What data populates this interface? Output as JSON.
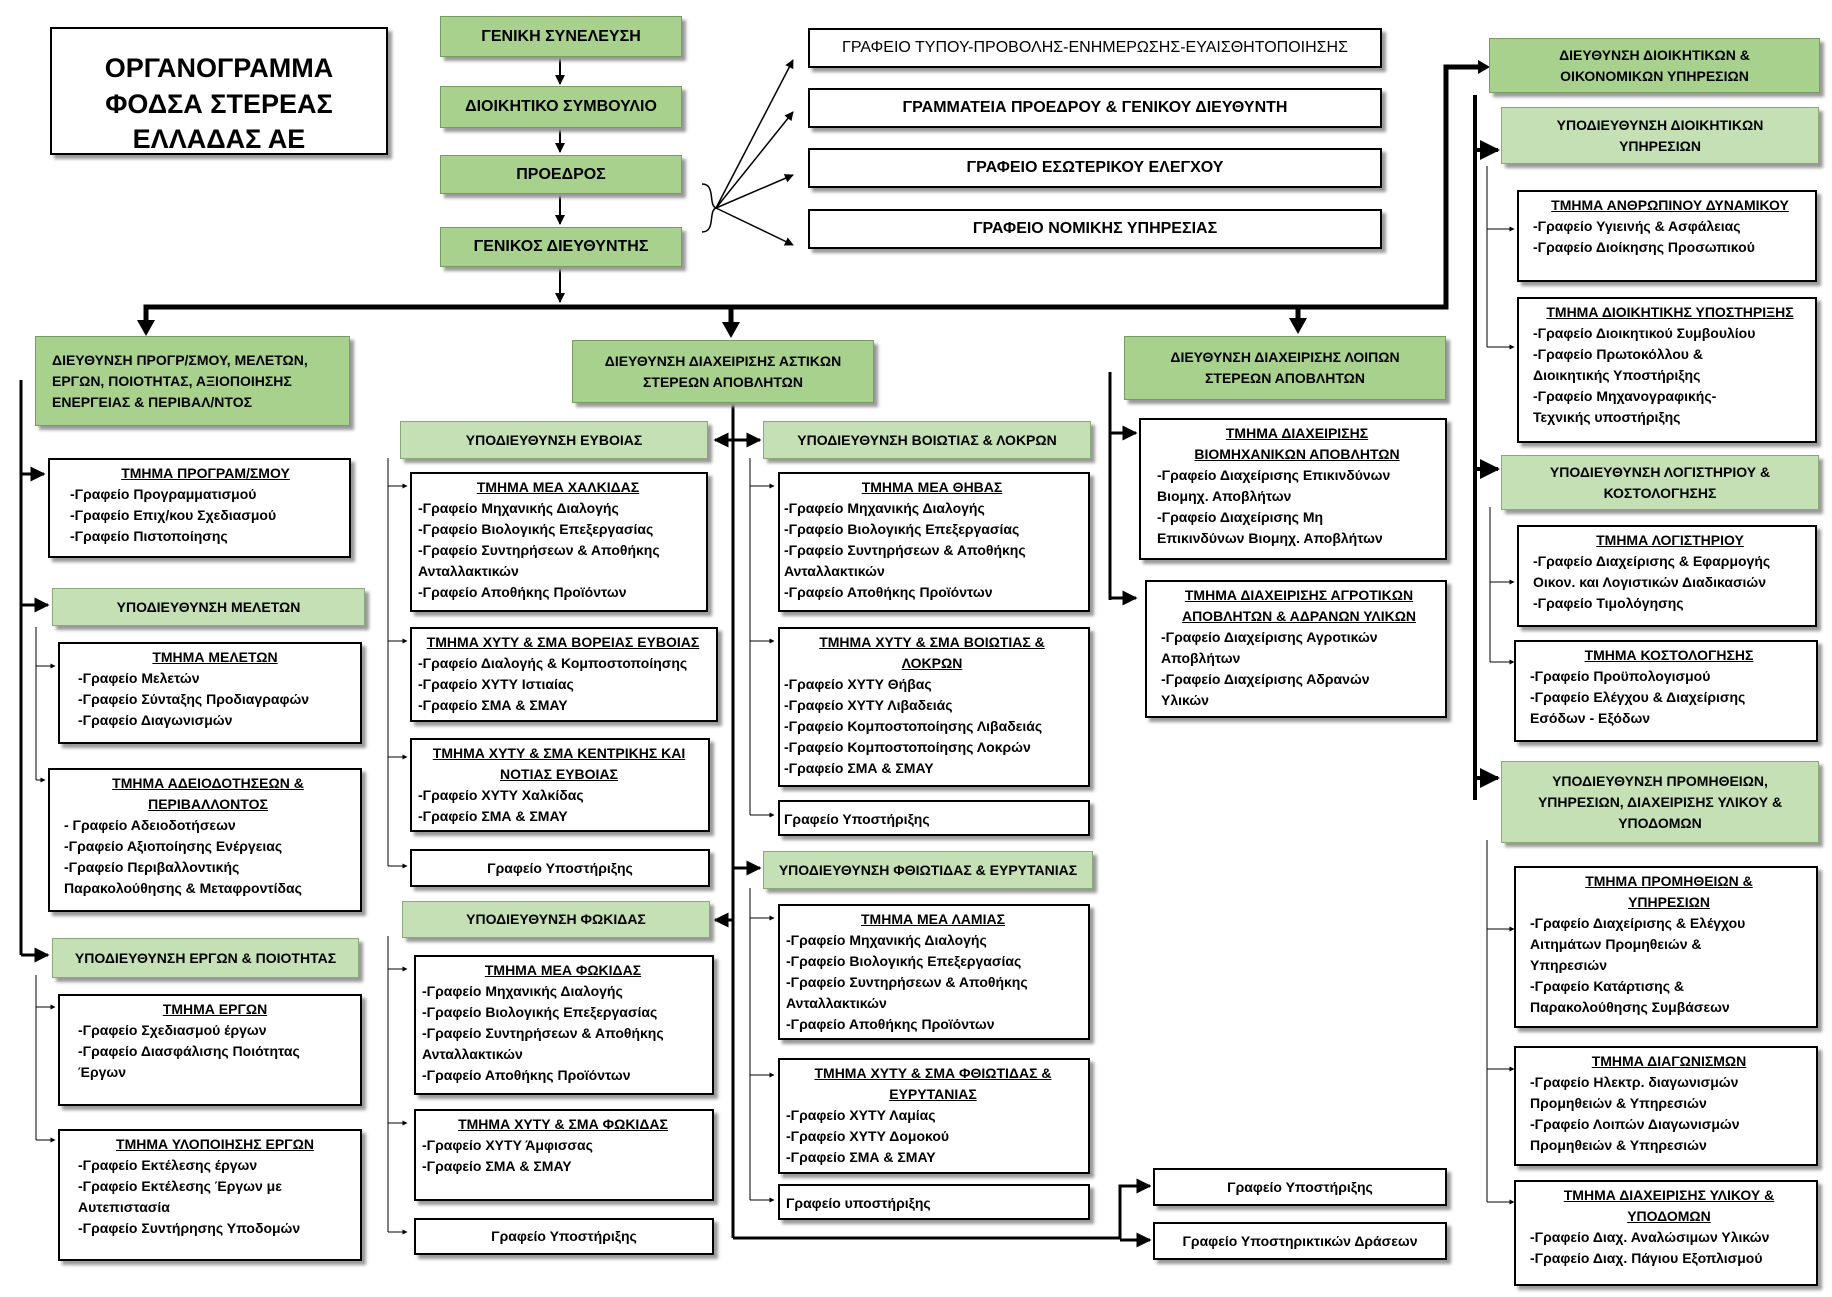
{
  "title_lines": [
    "ΟΡΓΑΝΟΓΡΑΜΜΑ",
    "ΦΟΔΣΑ ΣΤΕΡΕΑΣ",
    "ΕΛΛΑΔΑΣ ΑΕ"
  ],
  "top_chain": [
    "ΓΕΝΙΚΗ ΣΥΝΕΛΕΥΣΗ",
    "ΔΙΟΙΚΗΤΙΚΟ ΣΥΜΒΟΥΛΙΟ",
    "ΠΡΟΕΔΡΟΣ",
    "ΓΕΝΙΚΟΣ ΔΙΕΥΘΥΝΤΗΣ"
  ],
  "staff_offices": [
    "ΓΡΑΦΕΙΟ ΤΥΠΟΥ-ΠΡΟΒΟΛΗΣ-ΕΝΗΜΕΡΩΣΗΣ-ΕΥΑΙΣΘΗΤΟΠΟΙΗΣΗΣ",
    "ΓΡΑΜΜΑΤΕΙΑ ΠΡΟΕΔΡΟΥ & ΓΕΝΙΚΟΥ ΔΙΕΥΘΥΝΤΗ",
    "ΓΡΑΦΕΙΟ ΕΣΩΤΕΡΙΚΟΥ ΕΛΕΓΧΟΥ",
    "ΓΡΑΦΕΙΟ ΝΟΜΙΚΗΣ ΥΠΗΡΕΣΙΑΣ"
  ],
  "dir_planning": {
    "title_lines": [
      "ΔΙΕΥΘΥΝΣΗ ΠΡΟΓΡ/ΣΜΟΥ, ΜΕΛΕΤΩΝ,",
      "ΕΡΓΩΝ, ΠΟΙΟΤΗΤΑΣ, ΑΞΙΟΠΟΙΗΣΗΣ",
      "ΕΝΕΡΓΕΙΑΣ & ΠΕΡΙΒΑΛ/ΝΤΟΣ"
    ],
    "dept_programming": {
      "title": "ΤΜΗΜΑ ΠΡΟΓΡΑΜ/ΣΜΟΥ",
      "items": [
        "-Γραφείο Προγραμματισμού",
        "-Γραφείο  Επιχ/κου Σχεδιασμού",
        "-Γραφείο Πιστοποίησης"
      ]
    },
    "sub_studies": "ΥΠΟΔΙΕΥΘΥΝΣΗ ΜΕΛΕΤΩΝ",
    "dept_studies": {
      "title": "ΤΜΗΜΑ ΜΕΛΕΤΩΝ",
      "items": [
        "-Γραφείο Μελετών",
        "-Γραφείο Σύνταξης Προδιαγραφών",
        "-Γραφείο Διαγωνισμών"
      ]
    },
    "dept_licensing": {
      "title_lines": [
        "ΤΜΗΜΑ ΑΔΕΙΟΔΟΤΗΣΕΩΝ &",
        "ΠΕΡΙΒΑΛΛΟΝΤΟΣ"
      ],
      "items": [
        "- Γραφείο Αδειοδοτήσεων",
        "-Γραφείο Αξιοποίησης Ενέργειας",
        "-Γραφείο Περιβαλλοντικής",
        "Παρακολούθησης & Μεταφροντίδας"
      ]
    },
    "sub_works": "ΥΠΟΔΙΕΥΘΥΝΣΗ ΕΡΓΩΝ & ΠΟΙΟΤΗΤΑΣ",
    "dept_works": {
      "title": "ΤΜΗΜΑ ΕΡΓΩΝ",
      "items": [
        "-Γραφείο Σχεδιασμού έργων",
        "-Γραφείο Διασφάλισης Ποιότητας",
        "Έργων"
      ]
    },
    "dept_works_impl": {
      "title": "ΤΜΗΜΑ ΥΛΟΠΟΙΗΣΗΣ ΕΡΓΩΝ",
      "items": [
        "-Γραφείο Εκτέλεσης έργων",
        "-Γραφείο Εκτέλεσης Έργων με",
        "Αυτεπιστασία",
        "-Γραφείο Συντήρησης Υποδομών"
      ]
    }
  },
  "dir_urban": {
    "title_lines": [
      "ΔΙΕΥΘΥΝΣΗ  ΔΙΑΧΕΙΡΙΣΗΣ ΑΣΤΙΚΩΝ",
      "ΣΤΕΡΕΩΝ ΑΠΟΒΛΗΤΩΝ"
    ],
    "sub_evia": "ΥΠΟΔΙΕΥΘΥΝΣΗ ΕΥΒΟΙΑΣ",
    "mea_chalkida": {
      "title": "ΤΜΗΜΑ ΜΕΑ ΧΑΛΚΙΔΑΣ",
      "items": [
        "-Γραφείο Μηχανικής Διαλογής",
        "-Γραφείο Βιολογικής Επεξεργασίας",
        "-Γραφείο Συντηρήσεων & Αποθήκης",
        "Ανταλλακτικών",
        "-Γραφείο Αποθήκης Προϊόντων"
      ]
    },
    "xytu_north_evia": {
      "title": "ΤΜΗΜΑ ΧΥΤΥ & ΣΜΑ ΒΟΡΕΙΑΣ ΕΥΒΟΙΑΣ",
      "items": [
        "-Γραφείο Διαλογής & Κομποστοποίησης",
        "-Γραφείο ΧΥΤΥ Ιστιαίας",
        "-Γραφείο ΣΜΑ & ΣΜΑΥ"
      ]
    },
    "xytu_central_evia": {
      "title_lines": [
        "ΤΜΗΜΑ ΧΥΤΥ & ΣΜΑ ΚΕΝΤΡΙΚΗΣ ΚΑΙ",
        "ΝΟΤΙΑΣ ΕΥΒΟΙΑΣ"
      ],
      "items": [
        "-Γραφείο ΧΥΤΥ Χαλκίδας",
        "-Γραφείο ΣΜΑ & ΣΜΑΥ"
      ]
    },
    "support_evia": "Γραφείο  Υποστήριξης",
    "sub_fokida": "ΥΠΟΔΙΕΥΘΥΝΣΗ ΦΩΚΙΔΑΣ",
    "mea_fokida": {
      "title": "ΤΜΗΜΑ ΜΕΑ ΦΩΚΙΔΑΣ",
      "items": [
        "-Γραφείο Μηχανικής Διαλογής",
        "-Γραφείο Βιολογικής Επεξεργασίας",
        "-Γραφείο Συντηρήσεων & Αποθήκης",
        "Ανταλλακτικών",
        "-Γραφείο Αποθήκης Προϊόντων"
      ]
    },
    "xytu_fokida": {
      "title": "ΤΜΗΜΑ ΧΥΤΥ & ΣΜΑ ΦΩΚΙΔΑΣ",
      "items": [
        "-Γραφείο ΧΥΤΥ Άμφισσας",
        "-Γραφείο ΣΜΑ & ΣΜΑΥ"
      ]
    },
    "support_fokida": "Γραφείο  Υποστήριξης",
    "sub_viotia": "ΥΠΟΔΙΕΥΘΥΝΣΗ ΒΟΙΩΤΙΑΣ & ΛΟΚΡΩΝ",
    "mea_thiva": {
      "title": "ΤΜΗΜΑ ΜΕΑ ΘΗΒΑΣ",
      "items": [
        "-Γραφείο Μηχανικής Διαλογής",
        "-Γραφείο Βιολογικής Επεξεργασίας",
        "-Γραφείο  Συντηρήσεων  &  Αποθήκης",
        "Ανταλλακτικών",
        "-Γραφείο Αποθήκης Προϊόντων"
      ]
    },
    "xytu_viotia": {
      "title_lines": [
        "ΤΜΗΜΑ ΧΥΤΥ & ΣΜΑ ΒΟΙΩΤΙΑΣ &",
        "ΛΟΚΡΩΝ"
      ],
      "items": [
        "-Γραφείο ΧΥΤΥ Θήβας",
        "-Γραφείο ΧΥΤΥ Λιβαδειάς",
        "-Γραφείο Κομποστοποίησης Λιβαδειάς",
        "-Γραφείο Κομποστοποίησης Λοκρών",
        "-Γραφείο ΣΜΑ & ΣΜΑΥ"
      ]
    },
    "support_viotia": "Γραφείο Υποστήριξης",
    "sub_fthiotida": "ΥΠΟΔΙΕΥΘΥΝΣΗ ΦΘΙΩΤΙΔΑΣ & ΕΥΡΥΤΑΝΙΑΣ",
    "mea_lamia": {
      "title": "ΤΜΗΜΑ ΜΕΑ ΛΑΜΙΑΣ",
      "items": [
        "-Γραφείο Μηχανικής Διαλογής",
        "-Γραφείο Βιολογικής Επεξεργασίας",
        "-Γραφείο Συντηρήσεων & Αποθήκης",
        "Ανταλλακτικών",
        "-Γραφείο Αποθήκης Προϊόντων"
      ]
    },
    "xytu_fthiotida": {
      "title_lines": [
        "ΤΜΗΜΑ ΧΥΤΥ & ΣΜΑ ΦΘΙΩΤΙΔΑΣ &",
        "ΕΥΡΥΤΑΝΙΑΣ"
      ],
      "items": [
        "-Γραφείο ΧΥΤΥ Λαμίας",
        "-Γραφείο ΧΥΤΥ Δομοκού",
        "-Γραφείο ΣΜΑ & ΣΜΑΥ"
      ]
    },
    "support_fthiotida": "Γραφείο υποστήριξης",
    "support_dir": "Γραφείο  Υποστήριξης",
    "support_actions": "Γραφείο Υποστηρικτικών Δράσεων"
  },
  "dir_other": {
    "title_lines": [
      "ΔΙΕΥΘΥΝΣΗ ΔΙΑΧΕΙΡΙΣΗΣ ΛΟΙΠΩΝ",
      "ΣΤΕΡΕΩΝ ΑΠΟΒΛΗΤΩΝ"
    ],
    "dept_industrial": {
      "title_lines": [
        "ΤΜΗΜΑ ΔΙΑΧΕΙΡΙΣΗΣ",
        "ΒΙΟΜΗΧΑΝΙΚΩΝ ΑΠΟΒΛΗΤΩΝ"
      ],
      "items": [
        "-Γραφείο Διαχείρισης Επικινδύνων",
        "Βιομηχ. Αποβλήτων",
        "-Γραφείο Διαχείρισης Μη",
        "Επικινδύνων Βιομηχ. Αποβλήτων"
      ]
    },
    "dept_agri": {
      "title_lines": [
        "ΤΜΗΜΑ ΔΙΑΧΕΙΡΙΣΗΣ ΑΓΡΟΤΙΚΩΝ",
        "ΑΠΟΒΛΗΤΩΝ & ΑΔΡΑΝΩΝ ΥΛΙΚΩΝ"
      ],
      "items": [
        "-Γραφείο Διαχείρισης Αγροτικών",
        "Αποβλήτων",
        "-Γραφείο Διαχείρισης Αδρανών",
        "Υλικών"
      ]
    }
  },
  "dir_admin": {
    "title_lines": [
      "ΔΙΕΥΘΥΝΣΗ ΔΙΟΙΚΗΤΙΚΩΝ  &",
      "ΟΙΚΟΝΟΜΙΚΩΝ ΥΠΗΡΕΣΙΩΝ"
    ],
    "sub_admin": [
      "ΥΠΟΔΙΕΥΘΥΝΣΗ ΔΙΟΙΚΗΤΙΚΩΝ",
      "ΥΠΗΡΕΣΙΩΝ"
    ],
    "dept_hr": {
      "title": "ΤΜΗΜΑ ΑΝΘΡΩΠΙΝΟΥ ΔΥΝΑΜΙΚΟΥ",
      "items": [
        "-Γραφείο Υγιεινής & Ασφάλειας",
        "-Γραφείο Διοίκησης Προσωπικού"
      ]
    },
    "dept_admin_support": {
      "title": "ΤΜΗΜΑ ΔΙΟΙΚΗΤΙΚΗΣ ΥΠΟΣΤΗΡΙΞΗΣ",
      "items": [
        "-Γραφείο Διοικητικού Συμβουλίου",
        "-Γραφείο Πρωτοκόλλου &",
        "Διοικητικής Υποστήριξης",
        "-Γραφείο Μηχανογραφικής-",
        "Τεχνικής υποστήριξης"
      ]
    },
    "sub_accounting": [
      "ΥΠΟΔΙΕΥΘΥΝΣΗ ΛΟΓΙΣΤΗΡΙΟΥ &",
      "ΚΟΣΤΟΛΟΓΗΣΗΣ"
    ],
    "dept_accounting": {
      "title": "ΤΜΗΜΑ ΛΟΓΙΣΤΗΡΙΟΥ",
      "items": [
        "-Γραφείο Διαχείρισης & Εφαρμογής",
        "Οικον. και Λογιστικών  Διαδικασιών",
        "-Γραφείο Τιμολόγησης"
      ]
    },
    "dept_costing": {
      "title": "ΤΜΗΜΑ ΚΟΣΤΟΛΟΓΗΣΗΣ",
      "items": [
        "-Γραφείο Προϋπολογισμού",
        "-Γραφείο Ελέγχου & Διαχείρισης",
        "Εσόδων - Εξόδων"
      ]
    },
    "sub_procurement": [
      "ΥΠΟΔΙΕΥΘΥΝΣΗ ΠΡΟΜΗΘΕΙΩΝ,",
      "ΥΠΗΡΕΣΙΩΝ, ΔΙΑΧΕΙΡΙΣΗΣ ΥΛΙΚΟΥ &",
      "ΥΠΟΔΟΜΩΝ"
    ],
    "dept_procurement": {
      "title_lines": [
        "ΤΜΗΜΑ ΠΡΟΜΗΘΕΙΩΝ &",
        "ΥΠΗΡΕΣΙΩΝ"
      ],
      "items": [
        "-Γραφείο Διαχείρισης & Ελέγχου",
        "Αιτημάτων Προμηθειών &",
        "Υπηρεσιών",
        "-Γραφείο Κατάρτισης &",
        "Παρακολούθησης Συμβάσεων"
      ]
    },
    "dept_tenders": {
      "title": "ΤΜΗΜΑ ΔΙΑΓΩΝΙΣΜΩΝ",
      "items": [
        "-Γραφείο Ηλεκτρ.  διαγωνισμών",
        "Προμηθειών & Υπηρεσιών",
        "-Γραφείο Λοιπών Διαγωνισμών",
        "Προμηθειών & Υπηρεσιών"
      ]
    },
    "dept_materials": {
      "title_lines": [
        "ΤΜΗΜΑ ΔΙΑΧΕΙΡΙΣΗΣ ΥΛΙΚΟΥ &",
        "ΥΠΟΔΟΜΩΝ"
      ],
      "items": [
        "-Γραφείο Διαχ. Αναλώσιμων Υλικών",
        "-Γραφείο Διαχ. Πάγιου Εξοπλισμού"
      ]
    }
  }
}
